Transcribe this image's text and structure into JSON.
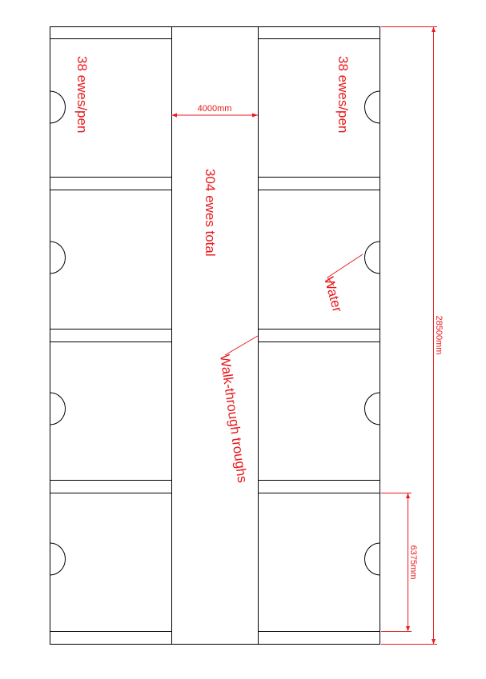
{
  "colors": {
    "outline": "#000000",
    "annotation": "#e8191c",
    "background": "#ffffff"
  },
  "labels": {
    "pen_top_left": "38 ewes/pen",
    "pen_top_right": "38 ewes/pen",
    "total": "304 ewes total",
    "water": "Water",
    "troughs": "Walk-through troughs"
  },
  "dimensions": {
    "alley_width": "4000mm",
    "total_length": "28500mm",
    "pen_length": "6375mm"
  },
  "layout_summary": {
    "pen_rows": 4,
    "pen_columns": 2,
    "central_alley": true,
    "water_troughs_per_pen": 1
  }
}
